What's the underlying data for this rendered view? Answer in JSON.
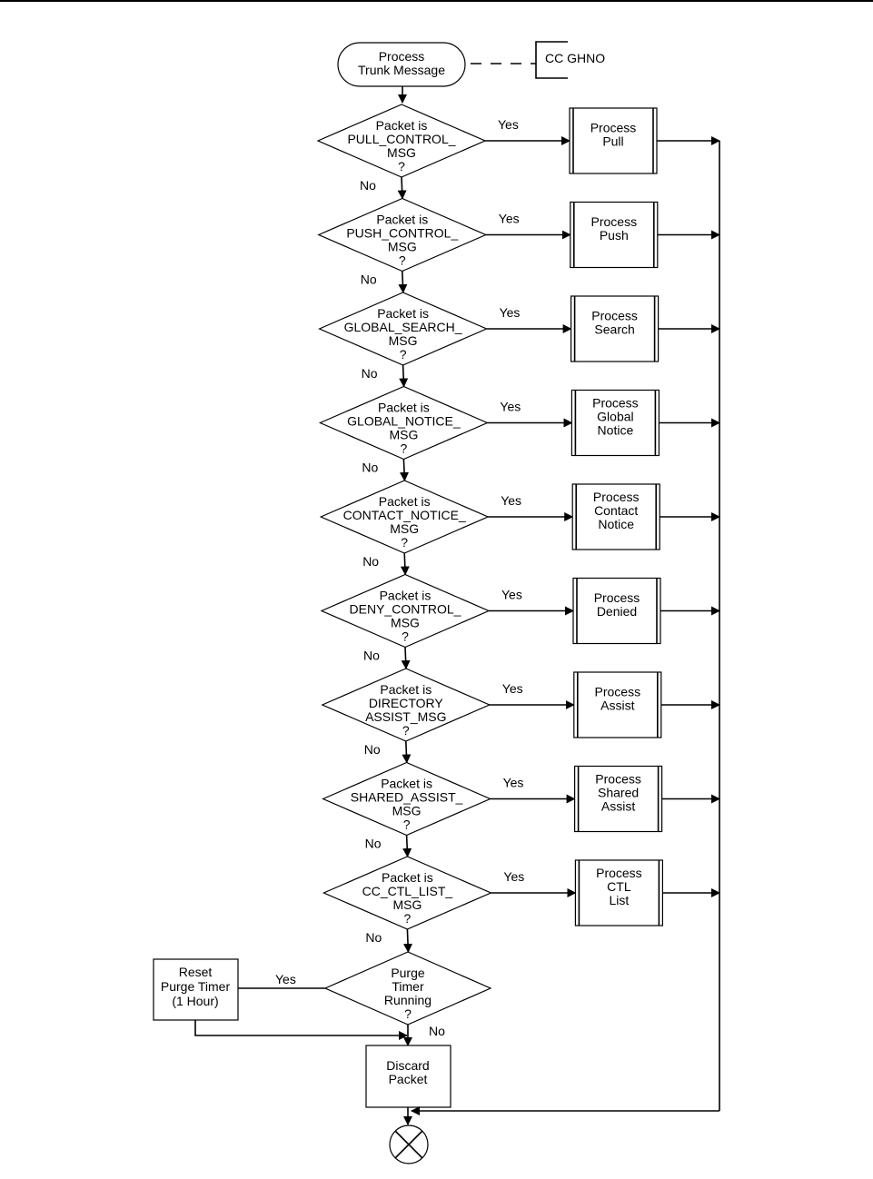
{
  "start": {
    "lines": [
      "Process",
      "Trunk Message"
    ]
  },
  "annotation": {
    "label": "CC GHNO"
  },
  "decisions": [
    {
      "lines": [
        "Packet is",
        "PULL_CONTROL_",
        "MSG",
        "?"
      ],
      "yes": "Yes",
      "no": "No",
      "process_lines": [
        "Process",
        "Pull"
      ]
    },
    {
      "lines": [
        "Packet is",
        "PUSH_CONTROL_",
        "MSG",
        "?"
      ],
      "yes": "Yes",
      "no": "No",
      "process_lines": [
        "Process",
        "Push"
      ]
    },
    {
      "lines": [
        "Packet is",
        "GLOBAL_SEARCH_",
        "MSG",
        "?"
      ],
      "yes": "Yes",
      "no": "No",
      "process_lines": [
        "Process",
        "Search"
      ]
    },
    {
      "lines": [
        "Packet is",
        "GLOBAL_NOTICE_",
        "MSG",
        "?"
      ],
      "yes": "Yes",
      "no": "No",
      "process_lines": [
        "Process",
        "Global",
        "Notice"
      ]
    },
    {
      "lines": [
        "Packet is",
        "CONTACT_NOTICE_",
        "MSG",
        "?"
      ],
      "yes": "Yes",
      "no": "No",
      "process_lines": [
        "Process",
        "Contact",
        "Notice"
      ]
    },
    {
      "lines": [
        "Packet is",
        "DENY_CONTROL_",
        "MSG",
        "?"
      ],
      "yes": "Yes",
      "no": "No",
      "process_lines": [
        "Process",
        "Denied"
      ]
    },
    {
      "lines": [
        "Packet is",
        "DIRECTORY",
        "ASSIST_MSG",
        "?"
      ],
      "yes": "Yes",
      "no": "No",
      "process_lines": [
        "Process",
        "Assist"
      ]
    },
    {
      "lines": [
        "Packet is",
        "SHARED_ASSIST_",
        "MSG",
        "?"
      ],
      "yes": "Yes",
      "no": "No",
      "process_lines": [
        "Process",
        "Shared",
        "Assist"
      ]
    },
    {
      "lines": [
        "Packet is",
        "CC_CTL_LIST_",
        "MSG",
        "?"
      ],
      "yes": "Yes",
      "no": "No",
      "process_lines": [
        "Process",
        "CTL",
        "List"
      ]
    }
  ],
  "purge": {
    "lines": [
      "Purge",
      "Timer",
      "Running",
      "?"
    ],
    "yes": "Yes",
    "no": "No"
  },
  "reset": {
    "lines": [
      "Reset",
      "Purge Timer",
      "(1 Hour)"
    ]
  },
  "discard": {
    "lines": [
      "Discard",
      "Packet"
    ]
  }
}
